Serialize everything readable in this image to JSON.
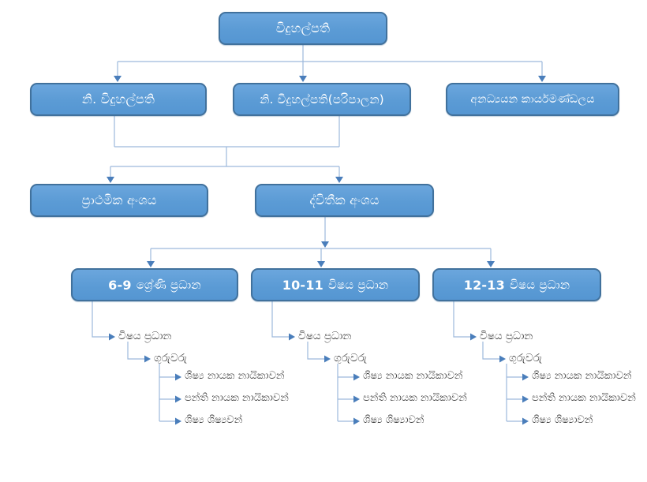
{
  "colors": {
    "box_fill": "#5b9bd5",
    "box_border": "#41719c",
    "box_text": "#ffffff",
    "connector_line": "#9db9dc",
    "arrowhead": "#4a7ebb",
    "tree_text": "#383838"
  },
  "root": {
    "label": "විදුහල්පති"
  },
  "level2": [
    {
      "label": "නි. විදුහල්පති"
    },
    {
      "label": "නි. විදුහල්පති(පරිපාලන)"
    },
    {
      "label": "අනධ්‍යයන කාර්යමණ්ඩලය"
    }
  ],
  "level3": [
    {
      "label": "ප්‍රාථමික අංශය"
    },
    {
      "label": "ද්විතීක අංශය"
    }
  ],
  "level4": [
    {
      "prefix": "6-9",
      "label": "ශ්‍රේණි ප්‍රධාන"
    },
    {
      "prefix": "10-11",
      "label": "විෂය ප්‍රධාන"
    },
    {
      "prefix": "12-13",
      "label": "විෂය ප්‍රධාන"
    }
  ],
  "trees": [
    {
      "level1": "විෂය ප්‍රධාන",
      "level2": "ගුරුවරු",
      "items": [
        "ශිෂ්‍ය නායක නායිකාවන්",
        "පන්ති නායක නායිකාවන්",
        "ශිෂ්‍ය ශිෂ්‍යවන්"
      ]
    },
    {
      "level1": "විෂය ප්‍රධාන",
      "level2": "ගුරුවරු",
      "items": [
        "ශිෂ්‍ය නායක නායිකාවන්",
        "පන්ති නායක නායිකාවන්",
        "ශිෂ්‍ය ශිෂ්‍යාවන්"
      ]
    },
    {
      "level1": "විෂය ප්‍රධාන",
      "level2": "ගුරුවරු",
      "items": [
        "ශිෂ්‍ය නායක නායිකාවන්",
        "පන්ති නායක නායිකාවන්",
        "ශිෂ්‍ය ශිෂ්‍යාවන්"
      ]
    }
  ]
}
